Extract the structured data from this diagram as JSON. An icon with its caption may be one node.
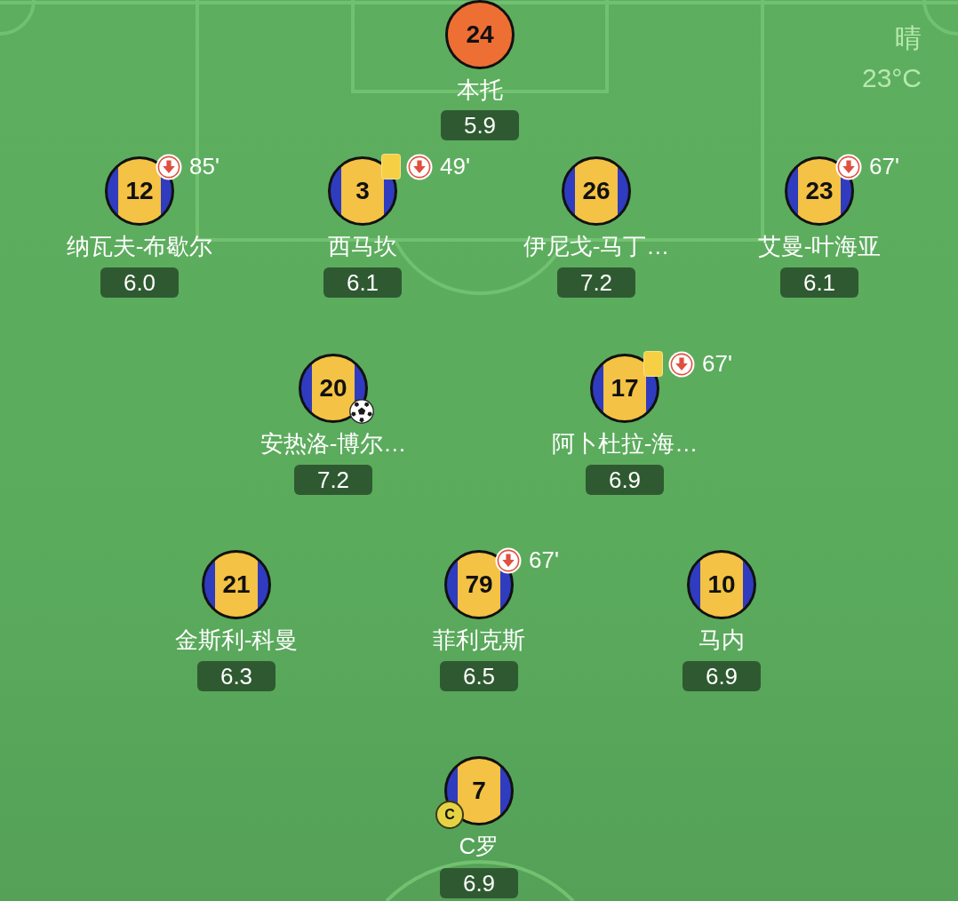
{
  "diagram": {
    "nodes": [
      {
        "text": [
          "24"
        ],
        "beside": [
          "本托"
        ]
      },
      {
        "text": [
          "5.9"
        ]
      },
      {
        "text": [
          "12"
        ],
        "beside": [
          "85'",
          "纳瓦夫-布歇尔"
        ]
      },
      {
        "text": [
          "6.0"
        ]
      },
      {
        "text": [
          "3"
        ],
        "beside": [
          "49'",
          "西马坎"
        ]
      },
      {
        "text": [
          "6.1"
        ]
      },
      {
        "text": [
          "26"
        ],
        "beside": [
          "伊尼戈-马丁…"
        ]
      },
      {
        "text": [
          "7.2"
        ]
      },
      {
        "text": [
          "23"
        ],
        "beside": [
          "67'",
          "艾曼-叶海亚"
        ]
      },
      {
        "text": [
          "6.1"
        ]
      },
      {
        "text": [
          "20"
        ],
        "beside": [
          "安热洛-博尔…"
        ]
      },
      {
        "text": [
          "7.2"
        ]
      },
      {
        "text": [
          "17"
        ],
        "beside": [
          "67'",
          "阿卜杜拉-海…"
        ]
      },
      {
        "text": [
          "6.9"
        ]
      },
      {
        "text": [
          "21"
        ],
        "beside": [
          "金斯利-科曼"
        ]
      },
      {
        "text": [
          "6.3"
        ]
      },
      {
        "text": [
          "79"
        ],
        "beside": [
          "67'",
          "菲利克斯"
        ]
      },
      {
        "text": [
          "6.5"
        ]
      },
      {
        "text": [
          "10"
        ],
        "beside": [
          "马内"
        ]
      },
      {
        "text": [
          "6.9"
        ]
      },
      {
        "text": [
          "7"
        ],
        "beside": [
          "C罗"
        ]
      },
      {
        "text": [
          "C"
        ]
      },
      {
        "text": [
          "6.9"
        ]
      }
    ],
    "labels": [
      "晴",
      "23°C"
    ]
  }
}
